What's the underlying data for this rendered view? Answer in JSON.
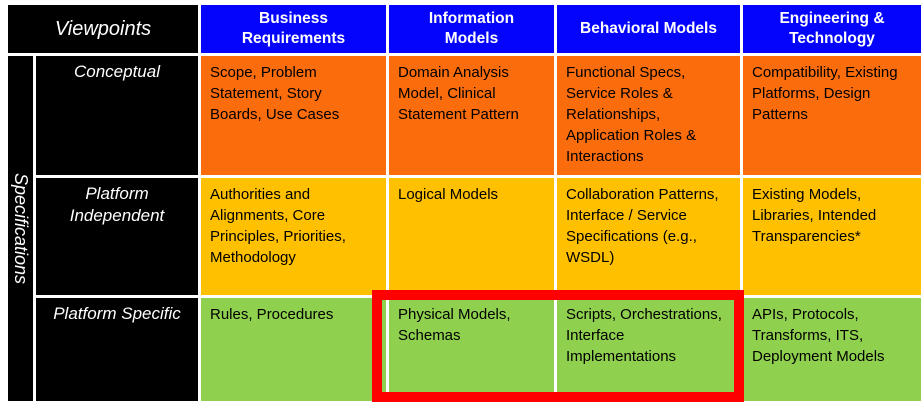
{
  "matrix": {
    "corner_header": "Viewpoints",
    "vertical_axis_label": "Specifications",
    "column_headers": [
      "Business Requirements",
      "Information Models",
      "Behavioral Models",
      "Engineering & Technology"
    ],
    "rows": [
      {
        "label": "Conceptual",
        "cells": [
          "Scope, Problem Statement, Story Boards, Use Cases",
          "Domain Analysis Model, Clinical Statement Pattern",
          "Functional Specs, Service Roles & Relationships, Application Roles & Interactions",
          "Compatibility, Existing Platforms, Design Patterns"
        ]
      },
      {
        "label": "Platform Independent",
        "cells": [
          "Authorities and Alignments, Core Principles, Priorities, Methodology",
          "Logical Models",
          "Collaboration Patterns, Interface / Service Specifications (e.g., WSDL)",
          "Existing Models, Libraries, Intended Transparencies*"
        ]
      },
      {
        "label": "Platform Specific",
        "cells": [
          "Rules, Procedures",
          "Physical Models, Schemas",
          "Scripts, Orchestrations, Interface Implementations",
          "APIs, Protocols, Transforms, ITS, Deployment Models"
        ]
      }
    ],
    "highlight": {
      "description": "Red rectangle emphasizing Platform Specific row cells for Information Models and Behavioral Models",
      "color": "#fe0000"
    }
  },
  "colors": {
    "header_blue": "#0404fd",
    "row_conceptual_orange": "#fb6c0c",
    "row_platform_independent_yellow": "#ffc000",
    "row_platform_specific_green": "#8fd14f",
    "label_black": "#000000",
    "header_text_white": "#ffffff",
    "cell_text_black": "#000000",
    "highlight_red": "#fe0000"
  }
}
